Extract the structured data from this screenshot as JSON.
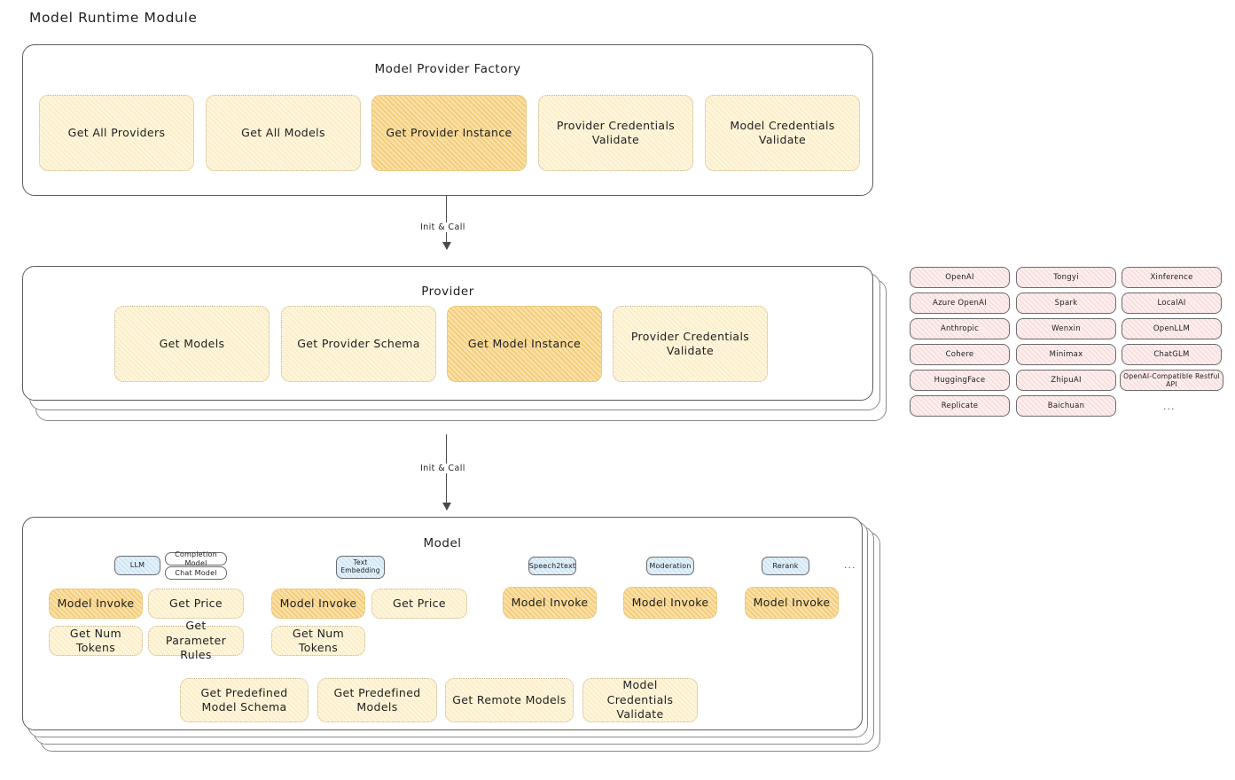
{
  "page": {
    "title": "Model Runtime Module"
  },
  "arrows": [
    {
      "label": "Init & Call"
    },
    {
      "label": "Init & Call"
    }
  ],
  "factory": {
    "title": "Model Provider Factory",
    "nodes": [
      {
        "label": "Get All Providers",
        "highlight": false
      },
      {
        "label": "Get All Models",
        "highlight": false
      },
      {
        "label": "Get Provider Instance",
        "highlight": true
      },
      {
        "label": "Provider Credentials Validate",
        "highlight": false
      },
      {
        "label": "Model Credentials Validate",
        "highlight": false
      }
    ]
  },
  "provider": {
    "title": "Provider",
    "nodes": [
      {
        "label": "Get Models",
        "highlight": false
      },
      {
        "label": "Get Provider Schema",
        "highlight": false
      },
      {
        "label": "Get Model Instance",
        "highlight": true
      },
      {
        "label": "Provider Credentials Validate",
        "highlight": false
      }
    ]
  },
  "provider_list": {
    "columns": [
      {
        "items": [
          "OpenAI",
          "Azure OpenAI",
          "Anthropic",
          "Cohere",
          "HuggingFace",
          "Replicate"
        ]
      },
      {
        "items": [
          "Tongyi",
          "Spark",
          "Wenxin",
          "Minimax",
          "ZhipuAI",
          "Baichuan"
        ]
      },
      {
        "items": [
          "Xinference",
          "LocalAI",
          "OpenLLM",
          "ChatGLM",
          "OpenAI-Compatible Restful API"
        ]
      }
    ],
    "more": "..."
  },
  "model": {
    "title": "Model",
    "more": "...",
    "types": [
      {
        "badge": "LLM",
        "sub_badges": [
          "Completion Model",
          "Chat Model"
        ],
        "methods": [
          {
            "label": "Model Invoke",
            "highlight": true
          },
          {
            "label": "Get Price",
            "highlight": false
          },
          {
            "label": "Get Num Tokens",
            "highlight": false
          },
          {
            "label": "Get Parameter Rules",
            "highlight": false
          }
        ]
      },
      {
        "badge": "Text Embedding",
        "sub_badges": [],
        "methods": [
          {
            "label": "Model Invoke",
            "highlight": true
          },
          {
            "label": "Get Price",
            "highlight": false
          },
          {
            "label": "Get Num Tokens",
            "highlight": false
          }
        ]
      },
      {
        "badge": "Speech2text",
        "sub_badges": [],
        "methods": [
          {
            "label": "Model Invoke",
            "highlight": true
          }
        ]
      },
      {
        "badge": "Moderation",
        "sub_badges": [],
        "methods": [
          {
            "label": "Model Invoke",
            "highlight": true
          }
        ]
      },
      {
        "badge": "Rerank",
        "sub_badges": [],
        "methods": [
          {
            "label": "Model Invoke",
            "highlight": true
          }
        ]
      }
    ],
    "common_methods": [
      {
        "label": "Get Predefined Model Schema"
      },
      {
        "label": "Get Predefined Models"
      },
      {
        "label": "Get Remote Models"
      },
      {
        "label": "Model Credentials Validate"
      }
    ]
  },
  "colors": {
    "fill_light": "#fdf5dd",
    "fill_strong": "#fae0a8",
    "fill_rose": "#fdeeee",
    "fill_blue": "#e2f0fa",
    "stroke": "#5c5c5c"
  }
}
